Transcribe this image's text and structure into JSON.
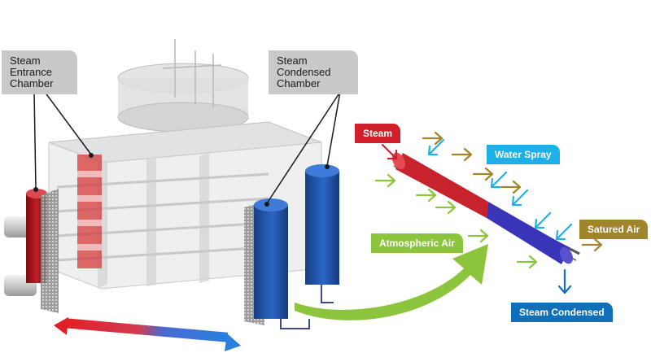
{
  "callouts": {
    "entrance": "Steam\nEntrance\nChamber",
    "condensed": "Steam\nCondensed\nChamber"
  },
  "tags": {
    "steam": "Steam",
    "water_spray": "Water Spray",
    "satured_air": "Satured Air",
    "atmospheric_air": "Atmospheric Air",
    "steam_condensed": "Steam Condensed"
  },
  "colors": {
    "steam": "#d0202c",
    "water_spray": "#1fb0e8",
    "satured_air": "#a0852c",
    "atmospheric_air": "#8cc43c",
    "steam_condensed": "#0f6fb8",
    "chamber_red": "#b01a22",
    "chamber_blue": "#1f5bb0"
  },
  "icons": {
    "air_arrow": "chevron-right-arrow",
    "spray_arrow": "diagonal-arrow",
    "flow_arrow": "curved-arrow"
  }
}
